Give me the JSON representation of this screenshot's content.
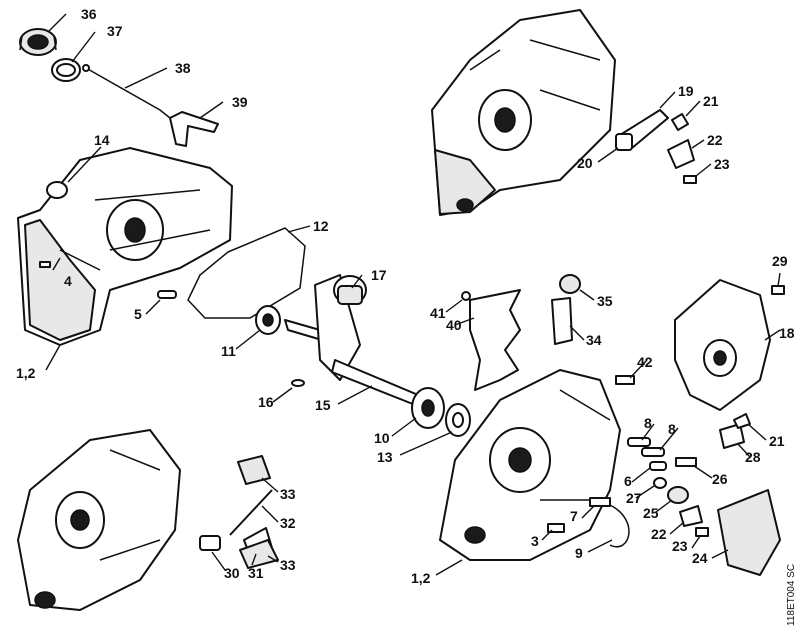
{
  "diagram": {
    "callouts": [
      "36",
      "37",
      "38",
      "39",
      "14",
      "12",
      "4",
      "17",
      "5",
      "11",
      "1,2",
      "16",
      "15",
      "10",
      "13",
      "19",
      "21",
      "20",
      "22",
      "23",
      "29",
      "41",
      "40",
      "35",
      "34",
      "18",
      "42",
      "8",
      "8",
      "21",
      "28",
      "6",
      "26",
      "27",
      "25",
      "7",
      "22",
      "23",
      "24",
      "3",
      "9",
      "1,2",
      "33",
      "32",
      "33",
      "31",
      "30"
    ],
    "reference_code": "118ET004 SC"
  }
}
